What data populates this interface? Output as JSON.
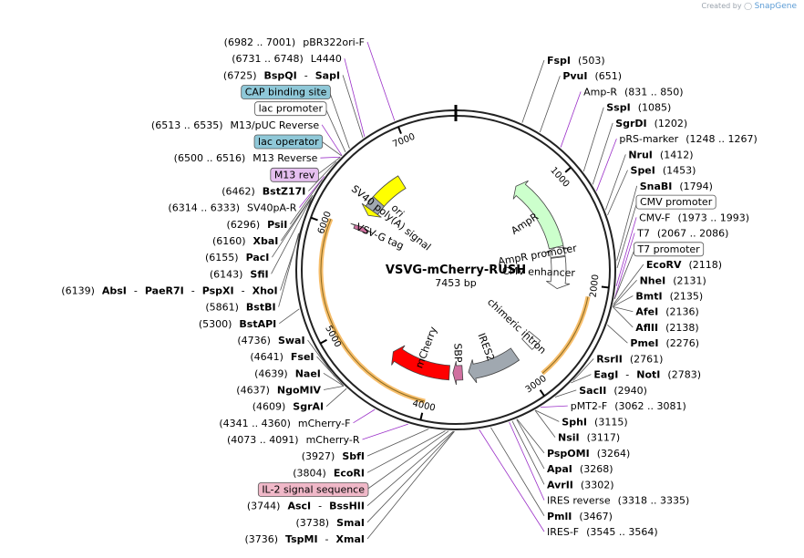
{
  "credit": {
    "prefix": "Created by",
    "brand": "SnapGene"
  },
  "plasmid": {
    "name": "VSVG-mCherry-RUSH",
    "length": "7453 bp"
  },
  "ring_ticks": [
    {
      "text": "1000",
      "pos": 1000
    },
    {
      "text": "2000",
      "pos": 2000
    },
    {
      "text": "3000",
      "pos": 3000
    },
    {
      "text": "4000",
      "pos": 4000
    },
    {
      "text": "5000",
      "pos": 5000
    },
    {
      "text": "6000",
      "pos": 6000
    },
    {
      "text": "7000",
      "pos": 7000
    }
  ],
  "right_labels": [
    {
      "parts": [
        {
          "t": "FspI",
          "b": true
        },
        {
          "t": "(503)"
        }
      ],
      "pos": 503,
      "color": "#000"
    },
    {
      "parts": [
        {
          "t": "PvuI",
          "b": true
        },
        {
          "t": "(651)"
        }
      ],
      "pos": 651,
      "color": "#000"
    },
    {
      "parts": [
        {
          "t": "Amp-R"
        },
        {
          "t": "(831 .. 850)"
        }
      ],
      "pos": 840,
      "color": "#9b30c8"
    },
    {
      "parts": [
        {
          "t": "SspI",
          "b": true
        },
        {
          "t": "(1085)"
        }
      ],
      "pos": 1085,
      "color": "#000"
    },
    {
      "parts": [
        {
          "t": "SgrDI",
          "b": true
        },
        {
          "t": "(1202)"
        }
      ],
      "pos": 1202,
      "color": "#000"
    },
    {
      "parts": [
        {
          "t": "pRS-marker"
        },
        {
          "t": "(1248 .. 1267)"
        }
      ],
      "pos": 1257,
      "color": "#9b30c8"
    },
    {
      "parts": [
        {
          "t": "NruI",
          "b": true
        },
        {
          "t": "(1412)"
        }
      ],
      "pos": 1412,
      "color": "#000"
    },
    {
      "parts": [
        {
          "t": "SpeI",
          "b": true
        },
        {
          "t": "(1453)"
        }
      ],
      "pos": 1453,
      "color": "#000"
    },
    {
      "parts": [
        {
          "t": "SnaBI",
          "b": true
        },
        {
          "t": "(1794)"
        }
      ],
      "pos": 1794,
      "color": "#000"
    },
    {
      "parts": [
        {
          "t": "CMV promoter",
          "box": "#fff"
        }
      ],
      "pos": 1850,
      "color": "#000"
    },
    {
      "parts": [
        {
          "t": "CMV-F"
        },
        {
          "t": "(1973 .. 1993)"
        }
      ],
      "pos": 1983,
      "color": "#9b30c8"
    },
    {
      "parts": [
        {
          "t": "T7"
        },
        {
          "t": "(2067 .. 2086)"
        }
      ],
      "pos": 2076,
      "color": "#9b30c8"
    },
    {
      "parts": [
        {
          "t": "T7 promoter",
          "box": "#fff"
        }
      ],
      "pos": 2080,
      "color": "#000"
    },
    {
      "parts": [
        {
          "t": "EcoRV",
          "b": true
        },
        {
          "t": "(2118)"
        }
      ],
      "pos": 2118,
      "color": "#000"
    },
    {
      "parts": [
        {
          "t": "NheI",
          "b": true
        },
        {
          "t": "(2131)"
        }
      ],
      "pos": 2131,
      "color": "#000"
    },
    {
      "parts": [
        {
          "t": "BmtI",
          "b": true
        },
        {
          "t": "(2135)"
        }
      ],
      "pos": 2135,
      "color": "#000"
    },
    {
      "parts": [
        {
          "t": "AfeI",
          "b": true
        },
        {
          "t": "(2136)"
        }
      ],
      "pos": 2136,
      "color": "#000"
    },
    {
      "parts": [
        {
          "t": "AflII",
          "b": true
        },
        {
          "t": "(2138)"
        }
      ],
      "pos": 2138,
      "color": "#000"
    },
    {
      "parts": [
        {
          "t": "PmeI",
          "b": true
        },
        {
          "t": "(2276)"
        }
      ],
      "pos": 2276,
      "color": "#000"
    },
    {
      "parts": [
        {
          "t": "RsrII",
          "b": true
        },
        {
          "t": "(2761)"
        }
      ],
      "pos": 2761,
      "color": "#000"
    },
    {
      "parts": [
        {
          "t": "EagI",
          "b": true
        },
        {
          "t": " - "
        },
        {
          "t": "NotI",
          "b": true
        },
        {
          "t": "(2783)"
        }
      ],
      "pos": 2783,
      "color": "#000"
    },
    {
      "parts": [
        {
          "t": "SacII",
          "b": true
        },
        {
          "t": "(2940)"
        }
      ],
      "pos": 2940,
      "color": "#000"
    },
    {
      "parts": [
        {
          "t": "pMT2-F"
        },
        {
          "t": "(3062 .. 3081)"
        }
      ],
      "pos": 3071,
      "color": "#9b30c8"
    },
    {
      "parts": [
        {
          "t": "SphI",
          "b": true
        },
        {
          "t": "(3115)"
        }
      ],
      "pos": 3115,
      "color": "#000"
    },
    {
      "parts": [
        {
          "t": "NsiI",
          "b": true
        },
        {
          "t": "(3117)"
        }
      ],
      "pos": 3117,
      "color": "#000"
    },
    {
      "parts": [
        {
          "t": "PspOMI",
          "b": true
        },
        {
          "t": "(3264)"
        }
      ],
      "pos": 3264,
      "color": "#000"
    },
    {
      "parts": [
        {
          "t": "ApaI",
          "b": true
        },
        {
          "t": "(3268)"
        }
      ],
      "pos": 3268,
      "color": "#000"
    },
    {
      "parts": [
        {
          "t": "AvrII",
          "b": true
        },
        {
          "t": "(3302)"
        }
      ],
      "pos": 3302,
      "color": "#000"
    },
    {
      "parts": [
        {
          "t": "IRES reverse"
        },
        {
          "t": "(3318 .. 3335)"
        }
      ],
      "pos": 3326,
      "color": "#9b30c8"
    },
    {
      "parts": [
        {
          "t": "PmlI",
          "b": true
        },
        {
          "t": "(3467)"
        }
      ],
      "pos": 3467,
      "color": "#000"
    },
    {
      "parts": [
        {
          "t": "IRES-F"
        },
        {
          "t": "(3545 .. 3564)"
        }
      ],
      "pos": 3554,
      "color": "#9b30c8"
    }
  ],
  "left_labels": [
    {
      "parts": [
        {
          "t": "(6982 .. 7001)"
        },
        {
          "t": "pBR322ori-F"
        }
      ],
      "pos": 6991,
      "color": "#9b30c8"
    },
    {
      "parts": [
        {
          "t": "(6731 .. 6748)"
        },
        {
          "t": "L4440"
        }
      ],
      "pos": 6740,
      "color": "#9b30c8"
    },
    {
      "parts": [
        {
          "t": "(6725)"
        },
        {
          "t": "BspQI",
          "b": true
        },
        {
          "t": " - "
        },
        {
          "t": "SapI",
          "b": true
        }
      ],
      "pos": 6725,
      "color": "#000"
    },
    {
      "parts": [
        {
          "t": "CAP binding site",
          "box": "#8fc8d8"
        }
      ],
      "pos": 6600,
      "color": "#000"
    },
    {
      "parts": [
        {
          "t": "lac promoter",
          "box": "#fff"
        }
      ],
      "pos": 6560,
      "color": "#000"
    },
    {
      "parts": [
        {
          "t": "(6513 .. 6535)"
        },
        {
          "t": "M13/pUC Reverse"
        }
      ],
      "pos": 6524,
      "color": "#9b30c8"
    },
    {
      "parts": [
        {
          "t": "lac operator",
          "box": "#8fc8d8"
        }
      ],
      "pos": 6520,
      "color": "#000"
    },
    {
      "parts": [
        {
          "t": "(6500 .. 6516)"
        },
        {
          "t": "M13 Reverse"
        }
      ],
      "pos": 6508,
      "color": "#9b30c8"
    },
    {
      "parts": [
        {
          "t": "M13 rev",
          "box": "#e6c0f0"
        }
      ],
      "pos": 6505,
      "color": "#000"
    },
    {
      "parts": [
        {
          "t": "(6462)"
        },
        {
          "t": "BstZ17I",
          "b": true
        }
      ],
      "pos": 6462,
      "color": "#000"
    },
    {
      "parts": [
        {
          "t": "(6314 .. 6333)"
        },
        {
          "t": "SV40pA-R"
        }
      ],
      "pos": 6323,
      "color": "#9b30c8"
    },
    {
      "parts": [
        {
          "t": "(6296)"
        },
        {
          "t": "PsiI",
          "b": true
        }
      ],
      "pos": 6296,
      "color": "#000"
    },
    {
      "parts": [
        {
          "t": "(6160)"
        },
        {
          "t": "XbaI",
          "b": true
        }
      ],
      "pos": 6160,
      "color": "#000"
    },
    {
      "parts": [
        {
          "t": "(6155)"
        },
        {
          "t": "PacI",
          "b": true
        }
      ],
      "pos": 6155,
      "color": "#000"
    },
    {
      "parts": [
        {
          "t": "(6143)"
        },
        {
          "t": "SfiI",
          "b": true
        }
      ],
      "pos": 6143,
      "color": "#000"
    },
    {
      "parts": [
        {
          "t": "(6139)"
        },
        {
          "t": "AbsI",
          "b": true
        },
        {
          "t": " - "
        },
        {
          "t": "PaeR7I",
          "b": true
        },
        {
          "t": " - "
        },
        {
          "t": "PspXI",
          "b": true
        },
        {
          "t": " - "
        },
        {
          "t": "XhoI",
          "b": true
        }
      ],
      "pos": 6139,
      "color": "#000"
    },
    {
      "parts": [
        {
          "t": "(5861)"
        },
        {
          "t": "BstBI",
          "b": true
        }
      ],
      "pos": 5861,
      "color": "#000"
    },
    {
      "parts": [
        {
          "t": "(5300)"
        },
        {
          "t": "BstAPI",
          "b": true
        }
      ],
      "pos": 5300,
      "color": "#000"
    },
    {
      "parts": [
        {
          "t": "(4736)"
        },
        {
          "t": "SwaI",
          "b": true
        }
      ],
      "pos": 4736,
      "color": "#000"
    },
    {
      "parts": [
        {
          "t": "(4641)"
        },
        {
          "t": "FseI",
          "b": true
        }
      ],
      "pos": 4641,
      "color": "#000"
    },
    {
      "parts": [
        {
          "t": "(4639)"
        },
        {
          "t": "NaeI",
          "b": true
        }
      ],
      "pos": 4639,
      "color": "#000"
    },
    {
      "parts": [
        {
          "t": "(4637)"
        },
        {
          "t": "NgoMIV",
          "b": true
        }
      ],
      "pos": 4637,
      "color": "#000"
    },
    {
      "parts": [
        {
          "t": "(4609)"
        },
        {
          "t": "SgrAI",
          "b": true
        }
      ],
      "pos": 4609,
      "color": "#000"
    },
    {
      "parts": [
        {
          "t": "(4341 .. 4360)"
        },
        {
          "t": "mCherry-F"
        }
      ],
      "pos": 4350,
      "color": "#9b30c8"
    },
    {
      "parts": [
        {
          "t": "(4073 .. 4091)"
        },
        {
          "t": "mCherry-R"
        }
      ],
      "pos": 4082,
      "color": "#9b30c8"
    },
    {
      "parts": [
        {
          "t": "(3927)"
        },
        {
          "t": "SbfI",
          "b": true
        }
      ],
      "pos": 3927,
      "color": "#000"
    },
    {
      "parts": [
        {
          "t": "(3804)"
        },
        {
          "t": "EcoRI",
          "b": true
        }
      ],
      "pos": 3804,
      "color": "#000"
    },
    {
      "parts": [
        {
          "t": "IL-2 signal sequence",
          "box": "#f0b8c8"
        }
      ],
      "pos": 3780,
      "color": "#000"
    },
    {
      "parts": [
        {
          "t": "(3744)"
        },
        {
          "t": "AscI",
          "b": true
        },
        {
          "t": " - "
        },
        {
          "t": "BssHII",
          "b": true
        }
      ],
      "pos": 3744,
      "color": "#000"
    },
    {
      "parts": [
        {
          "t": "(3738)"
        },
        {
          "t": "SmaI",
          "b": true
        }
      ],
      "pos": 3738,
      "color": "#000"
    },
    {
      "parts": [
        {
          "t": "(3736)"
        },
        {
          "t": "TspMI",
          "b": true
        },
        {
          "t": " - "
        },
        {
          "t": "XmaI",
          "b": true
        }
      ],
      "pos": 3736,
      "color": "#000"
    }
  ],
  "features": [
    {
      "name": "ori",
      "start": 6250,
      "end": 6800,
      "color": "#ffff00",
      "dir": -1
    },
    {
      "name": "AmpR",
      "start": 740,
      "end": 1600,
      "color": "#ccffcc",
      "dir": -1
    },
    {
      "name": "AmpR promoter",
      "start": 1600,
      "end": 1710,
      "color": "#ffffff",
      "dir": -1
    },
    {
      "name": "CMV enhancer",
      "start": 1720,
      "end": 2080,
      "color": "#ffffff",
      "dir": 1
    },
    {
      "name": "chimeric intron",
      "start": 2690,
      "end": 2820,
      "color": "#ffffff",
      "dir": 0
    },
    {
      "name": "IRES2",
      "start": 3000,
      "end": 3580,
      "color": "#a0a8b0",
      "dir": 1
    },
    {
      "name": "SBP",
      "start": 3650,
      "end": 3760,
      "color": "#d070a0",
      "dir": 1
    },
    {
      "name": "mCherry",
      "start": 3800,
      "end": 4500,
      "color": "#ff0000",
      "dir": 1
    },
    {
      "name": "VSV-G tag",
      "start": 6050,
      "end": 6100,
      "color": "#d070a0",
      "dir": 1
    },
    {
      "name": "SV40 poly(A) signal",
      "start": 6320,
      "end": 6450,
      "color": "#a0a8b0",
      "dir": 0
    }
  ],
  "colors": {
    "ring": "#222222",
    "enzyme": "#000000",
    "primer": "#9b30c8",
    "guide_line": "#555555",
    "orange_arc": "#f4a83a"
  }
}
